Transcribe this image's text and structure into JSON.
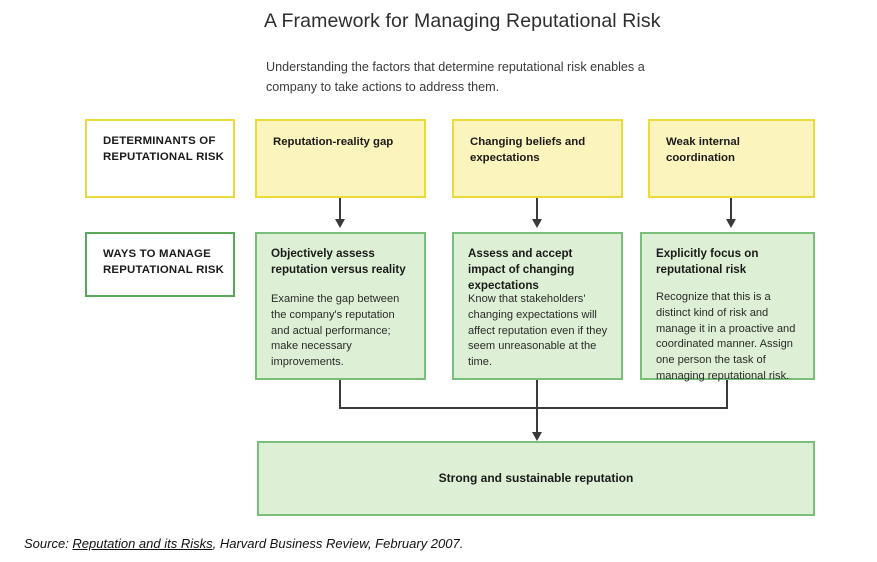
{
  "header": {
    "title": "A Framework for Managing Reputational Risk",
    "subtitle": "Understanding the factors that determine reputational risk enables a company to take actions to address them."
  },
  "colors": {
    "yellow_fill": "#fbf4bc",
    "yellow_border": "#ecd93c",
    "green_fill": "#ddf0d5",
    "green_border": "#79bf79",
    "green_border_dark": "#5aa85a",
    "connector": "#3a3a3a",
    "background": "#ffffff",
    "text": "#231f20"
  },
  "rows": {
    "determinants_label": "DETERMINANTS OF REPUTATIONAL RISK",
    "ways_label": "WAYS TO MANAGE REPUTATIONAL RISK"
  },
  "determinants": [
    {
      "title": "Reputation-reality gap"
    },
    {
      "title": "Changing beliefs and expectations"
    },
    {
      "title": "Weak internal coordination"
    }
  ],
  "ways": [
    {
      "title": "Objectively assess reputation versus reality",
      "body": "Examine the gap between the company's reputation and actual performance; make necessary improvements."
    },
    {
      "title": "Assess and accept impact of changing expectations",
      "body": "Know that stakeholders' changing expectations will affect reputation even if they seem unreasonable at the time."
    },
    {
      "title": "Explicitly focus on reputational risk",
      "body": "Recognize that this is a distinct kind of risk and manage it in a proactive and coordinated manner. Assign one person the task of managing reputational risk."
    }
  ],
  "outcome": {
    "label": "Strong and sustainable reputation"
  },
  "source": {
    "prefix": "Source: ",
    "emphasis": "Reputation and its Risks",
    "suffix": ", Harvard Business Review, February 2007."
  }
}
